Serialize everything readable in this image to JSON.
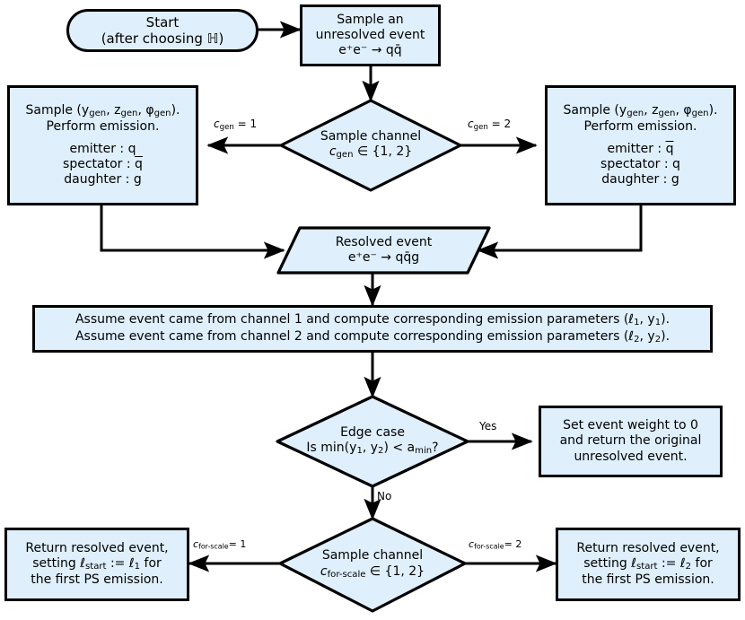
{
  "meta": {
    "title": "Resolved-event generation flowchart",
    "colors": {
      "node_fill": "#dfeffc",
      "node_stroke": "#000000",
      "arrow": "#000000",
      "background": "#ffffff"
    }
  },
  "nodes": {
    "start": {
      "shape": "stadium",
      "line1": "Start",
      "line2": "(after choosing ℍ)"
    },
    "sample_unresolved": {
      "shape": "rect",
      "line1": "Sample an",
      "line2": "unresolved event",
      "line3_prefix": "e",
      "line3_sup1": "+",
      "line3_mid": "e",
      "line3_sup2": "−",
      "line3_arrow": "→",
      "line3_final": "q",
      "line3_bar": "q",
      "line3": "e⁺e⁻ → qq̄"
    },
    "diamond_gen": {
      "shape": "diamond",
      "line1": "Sample channel",
      "line2_var": "c",
      "line2_sub": "gen",
      "line2_rest": " ∈ {1, 2}"
    },
    "emission_left": {
      "shape": "rect",
      "line1": "Sample (y",
      "line1_sub1": "gen",
      "line1_mid": ", z",
      "line1_sub2": "gen",
      "line1_mid2": ", φ",
      "line1_sub3": "gen",
      "line1_end": ").",
      "line2": "Perform emission.",
      "row_emitter_label": "emitter : ",
      "row_emitter_value": "q",
      "row_emitter_overline": false,
      "row_spectator_label": "spectator : ",
      "row_spectator_value": "q",
      "row_spectator_overline": true,
      "row_daughter_label": "daughter : ",
      "row_daughter_value": "g",
      "row_daughter_overline": false
    },
    "emission_right": {
      "shape": "rect",
      "line2": "Perform emission.",
      "row_emitter_label": "emitter : ",
      "row_emitter_value": "q",
      "row_emitter_overline": true,
      "row_spectator_label": "spectator : ",
      "row_spectator_value": "q",
      "row_spectator_overline": false,
      "row_daughter_label": "daughter : ",
      "row_daughter_value": "g",
      "row_daughter_overline": false
    },
    "resolved_event": {
      "shape": "parallelogram",
      "line1": "Resolved event",
      "line2": "e⁺e⁻ → qq̄g"
    },
    "assume_channels": {
      "shape": "rect",
      "line1_a": "Assume event came from channel 1 and compute corresponding emission parameters (",
      "line1_l": "ℓ",
      "line1_lsub": "1",
      "line1_b": ", y",
      "line1_ysub": "1",
      "line1_c": ").",
      "line2_a": "Assume event came from channel 2 and compute corresponding emission parameters (",
      "line2_l": "ℓ",
      "line2_lsub": "2",
      "line2_b": ", y",
      "line2_ysub": "2",
      "line2_c": ")."
    },
    "edge_case": {
      "shape": "diamond",
      "line1": "Edge case",
      "line2_a": "Is min(y",
      "line2_sub1": "1",
      "line2_b": ", y",
      "line2_sub2": "2",
      "line2_c": ") < a",
      "line2_sub3": "min",
      "line2_d": "?"
    },
    "set_weight_zero": {
      "shape": "rect",
      "line1": "Set event weight to 0",
      "line2": "and return the original",
      "line3": "unresolved event."
    },
    "diamond_for_scale": {
      "shape": "diamond",
      "line1": "Sample channel",
      "line2_var": "c",
      "line2_sub": "for-scale",
      "line2_rest": " ∈ {1, 2}"
    },
    "return_left": {
      "shape": "rect",
      "line1": "Return resolved event,",
      "line2_a": "setting ",
      "line2_l": "ℓ",
      "line2_lsub": "start",
      "line2_b": " := ",
      "line2_l2": "ℓ",
      "line2_l2sub": "1",
      "line2_c": " for",
      "line3": "the first PS emission."
    },
    "return_right": {
      "shape": "rect",
      "line1": "Return resolved event,",
      "line2_a": "setting ",
      "line2_l": "ℓ",
      "line2_lsub": "start",
      "line2_b": " := ",
      "line2_l2": "ℓ",
      "line2_l2sub": "2",
      "line2_c": " for",
      "line3": "the first PS emission."
    }
  },
  "edge_labels": {
    "cgen_1": {
      "var": "c",
      "sub": "gen",
      "rest": " = 1"
    },
    "cgen_2": {
      "var": "c",
      "sub": "gen",
      "rest": " = 2"
    },
    "yes": "Yes",
    "no": "No",
    "cforscale_1": {
      "var": "c",
      "sub": "for-scale",
      "rest": "= 1"
    },
    "cforscale_2": {
      "var": "c",
      "sub": "for-scale",
      "rest": "= 2"
    }
  },
  "chart_data": {
    "type": "diagram",
    "title": "Resolved-event generation flowchart",
    "nodes": [
      {
        "id": "start",
        "shape": "stadium",
        "text": "Start (after choosing ℍ)"
      },
      {
        "id": "sample_unresolved",
        "shape": "process",
        "text": "Sample an unresolved event e⁺e⁻ → qq̄"
      },
      {
        "id": "diamond_gen",
        "shape": "decision",
        "text": "Sample channel c_gen ∈ {1, 2}"
      },
      {
        "id": "emission_left",
        "shape": "process",
        "text": "Sample (y_gen, z_gen, φ_gen). Perform emission. emitter : q, spectator : q̄, daughter : g"
      },
      {
        "id": "emission_right",
        "shape": "process",
        "text": "Sample (y_gen, z_gen, φ_gen). Perform emission. emitter : q̄, spectator : q, daughter : g"
      },
      {
        "id": "resolved_event",
        "shape": "data",
        "text": "Resolved event e⁺e⁻ → qq̄g"
      },
      {
        "id": "assume_channels",
        "shape": "process",
        "text": "Assume event came from channel 1 and compute corresponding emission parameters (ℓ₁, y₁). Assume event came from channel 2 and compute corresponding emission parameters (ℓ₂, y₂)."
      },
      {
        "id": "edge_case",
        "shape": "decision",
        "text": "Edge case Is min(y₁, y₂) < a_min?"
      },
      {
        "id": "set_weight_zero",
        "shape": "process",
        "text": "Set event weight to 0 and return the original unresolved event."
      },
      {
        "id": "diamond_for_scale",
        "shape": "decision",
        "text": "Sample channel c_for-scale ∈ {1, 2}"
      },
      {
        "id": "return_left",
        "shape": "process",
        "text": "Return resolved event, setting ℓ_start := ℓ₁ for the first PS emission."
      },
      {
        "id": "return_right",
        "shape": "process",
        "text": "Return resolved event, setting ℓ_start := ℓ₂ for the first PS emission."
      }
    ],
    "edges": [
      {
        "from": "start",
        "to": "sample_unresolved",
        "label": ""
      },
      {
        "from": "sample_unresolved",
        "to": "diamond_gen",
        "label": ""
      },
      {
        "from": "diamond_gen",
        "to": "emission_left",
        "label": "c_gen = 1"
      },
      {
        "from": "diamond_gen",
        "to": "emission_right",
        "label": "c_gen = 2"
      },
      {
        "from": "emission_left",
        "to": "resolved_event",
        "label": ""
      },
      {
        "from": "emission_right",
        "to": "resolved_event",
        "label": ""
      },
      {
        "from": "resolved_event",
        "to": "assume_channels",
        "label": ""
      },
      {
        "from": "assume_channels",
        "to": "edge_case",
        "label": ""
      },
      {
        "from": "edge_case",
        "to": "set_weight_zero",
        "label": "Yes"
      },
      {
        "from": "edge_case",
        "to": "diamond_for_scale",
        "label": "No"
      },
      {
        "from": "diamond_for_scale",
        "to": "return_left",
        "label": "c_for-scale = 1"
      },
      {
        "from": "diamond_for_scale",
        "to": "return_right",
        "label": "c_for-scale = 2"
      }
    ]
  }
}
